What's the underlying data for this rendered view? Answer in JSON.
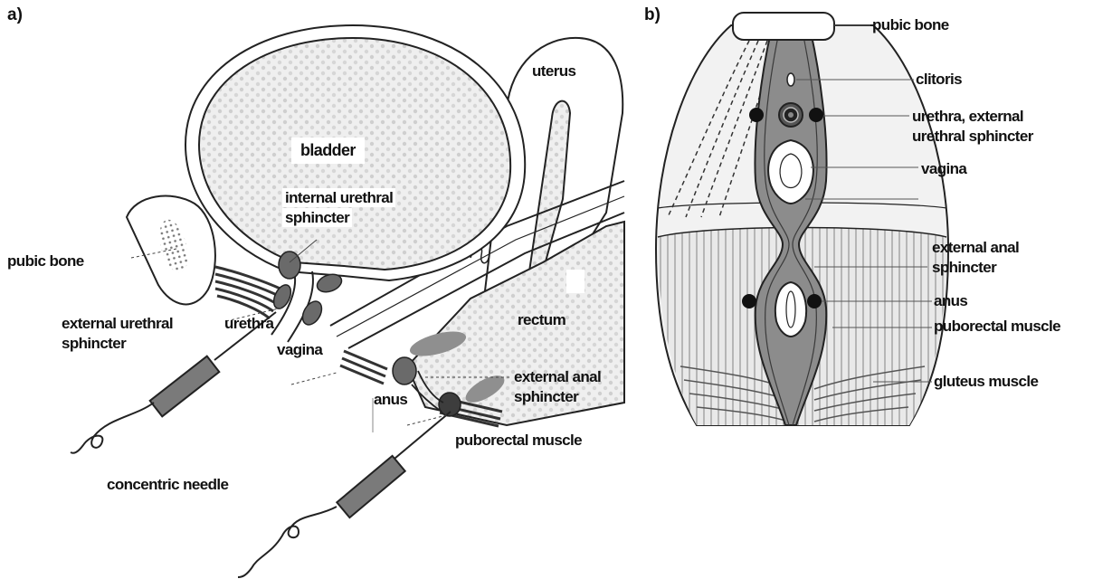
{
  "panel_a": {
    "panel_label": "a)",
    "labels": {
      "bladder": "bladder",
      "uterus": "uterus",
      "internal_urethral_sphincter_1": "internal urethral",
      "internal_urethral_sphincter_2": "sphincter",
      "pubic_bone": "pubic bone",
      "external_urethral_sphincter_1": "external urethral",
      "external_urethral_sphincter_2": "sphincter",
      "urethra": "urethra",
      "vagina": "vagina",
      "rectum": "rectum",
      "anus": "anus",
      "external_anal_sphincter_1": "external anal",
      "external_anal_sphincter_2": "sphincter",
      "puborectal_muscle": "puborectal muscle",
      "concentric_needle": "concentric needle"
    }
  },
  "panel_b": {
    "panel_label": "b)",
    "labels": {
      "pubic_bone": "pubic bone",
      "clitoris": "clitoris",
      "urethra_1": "urethra, external",
      "urethra_2": "urethral sphincter",
      "vagina": "vagina",
      "external_anal_sphincter_1": "external anal",
      "external_anal_sphincter_2": "sphincter",
      "anus": "anus",
      "puborectal_muscle": "puborectal muscle",
      "gluteus_muscle": "gluteus muscle"
    }
  },
  "colors": {
    "tissue_fill": "#e6e6e6",
    "muscle_fill": "#8a8a8a",
    "dark_muscle": "#4a4a4a",
    "needle_fill": "#7a7a7a",
    "outline": "#222222"
  }
}
